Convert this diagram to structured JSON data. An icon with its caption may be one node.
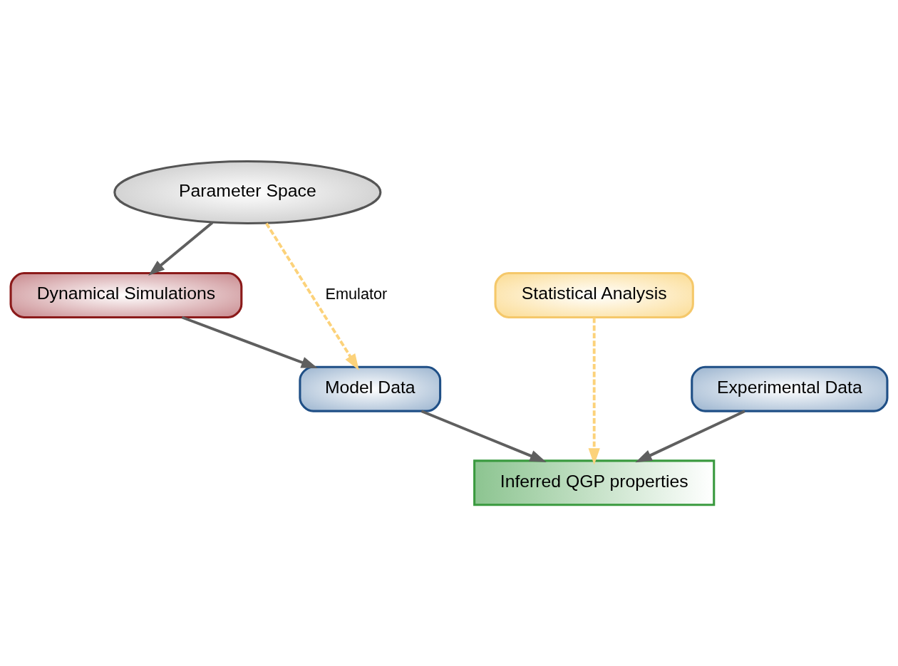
{
  "diagram": {
    "nodes": [
      {
        "text": [
          "Parameter Space"
        ]
      },
      {
        "text": [
          "Dynamical Simulations"
        ]
      },
      {
        "text": [
          "Statistical Analysis"
        ]
      },
      {
        "text": [
          "Model Data"
        ]
      },
      {
        "text": [
          "Experimental Data"
        ]
      },
      {
        "text": [
          "Inferred QGP properties"
        ]
      }
    ],
    "edges": [
      {
        "from": 0,
        "to": 1,
        "arrow": "to"
      },
      {
        "from": 1,
        "to": 3,
        "arrow": "to"
      },
      {
        "from": 0,
        "to": 3,
        "arrow": "to",
        "label": "Emulator",
        "style": "dashed",
        "color": "#fcd27a"
      },
      {
        "from": 2,
        "to": 5,
        "arrow": "to",
        "style": "dashed",
        "color": "#fcd27a"
      },
      {
        "from": 3,
        "to": 5,
        "arrow": "to"
      },
      {
        "from": 4,
        "to": 5,
        "arrow": "to"
      }
    ]
  }
}
